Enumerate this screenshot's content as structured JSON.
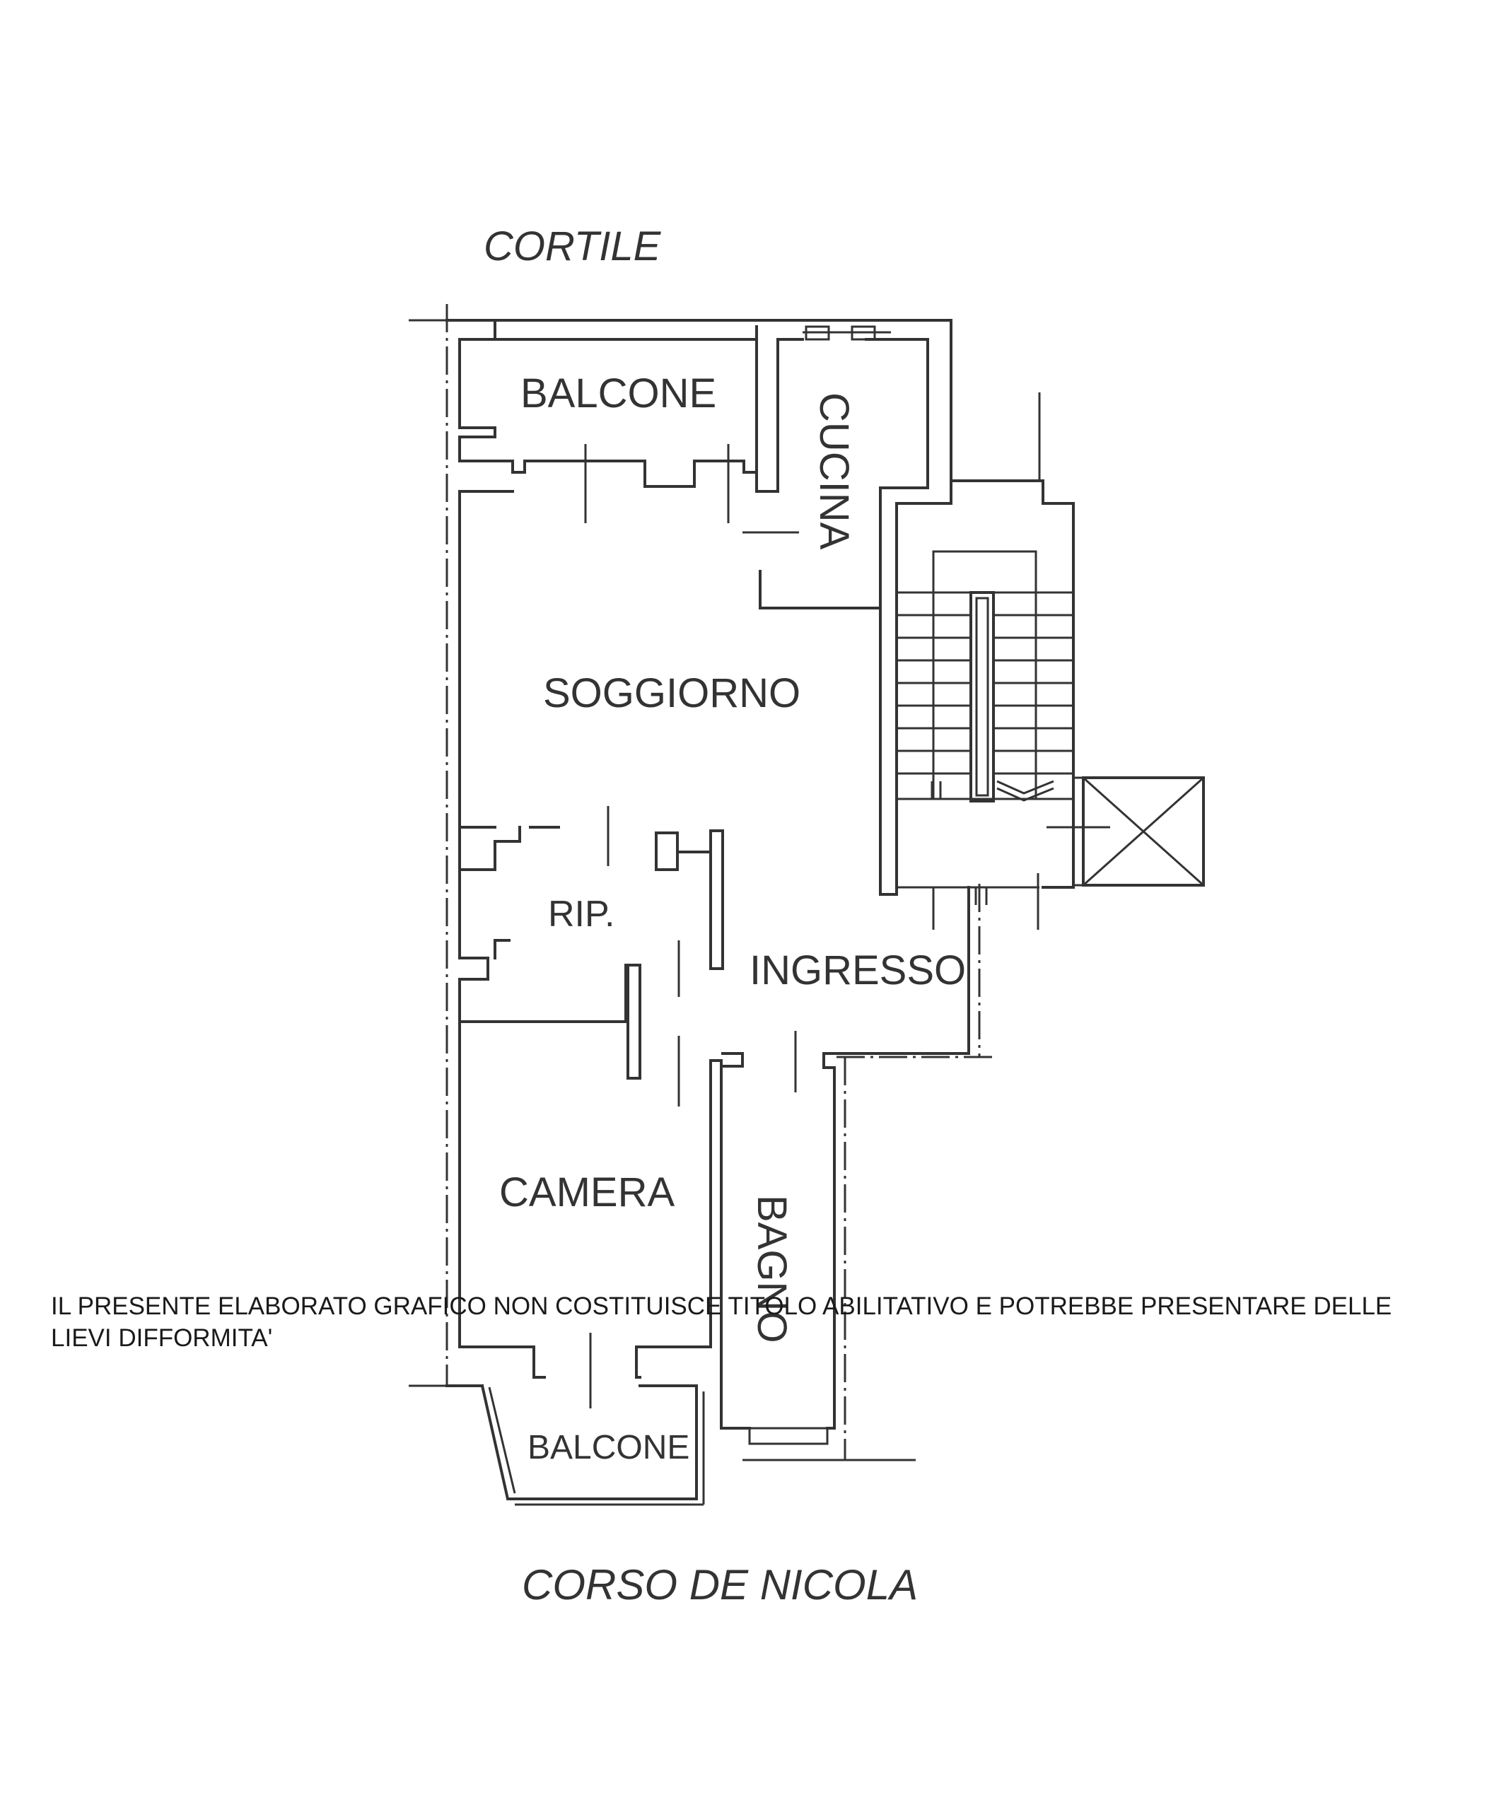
{
  "plan": {
    "streets": {
      "top": "CORTILE",
      "bottom": "CORSO DE NICOLA"
    },
    "rooms": {
      "balcone_top": "BALCONE",
      "cucina": "CUCINA",
      "soggiorno": "SOGGIORNO",
      "ripostiglio": "RIP.",
      "ingresso": "INGRESSO",
      "camera": "CAMERA",
      "bagno": "BAGNO",
      "balcone_bottom": "BALCONE"
    }
  },
  "footer": {
    "disclaimer": "IL PRESENTE ELABORATO GRAFICO NON COSTITUISCE TITOLO ABILITATIVO E POTREBBE PRESENTARE DELLE LIEVI DIFFORMITA'"
  }
}
